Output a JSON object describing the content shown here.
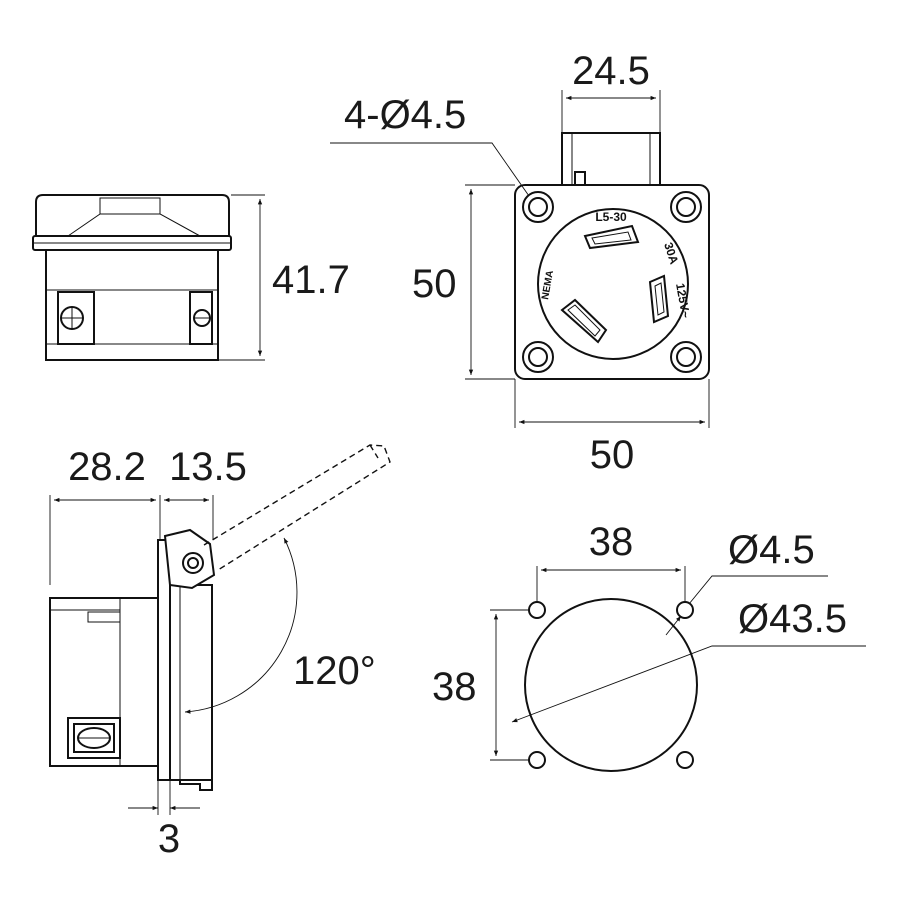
{
  "dimensions": {
    "top_view_height": "41.7",
    "hole_spec": "4-Ø4.5",
    "cover_width": "24.5",
    "face_height": "50",
    "face_width": "50",
    "side_depth_body": "28.2",
    "side_depth_front": "13.5",
    "flange_thickness": "3",
    "lid_angle": "120°",
    "cutout_hole_spacing_x": "38",
    "cutout_hole_spacing_y": "38",
    "cutout_hole_dia": "Ø4.5",
    "cutout_dia": "Ø43.5"
  },
  "receptacle_labels": {
    "model": "L5-30",
    "current": "30A",
    "voltage": "125V~",
    "brand": "NEMA"
  },
  "colors": {
    "line": "#111111",
    "background": "#ffffff"
  }
}
